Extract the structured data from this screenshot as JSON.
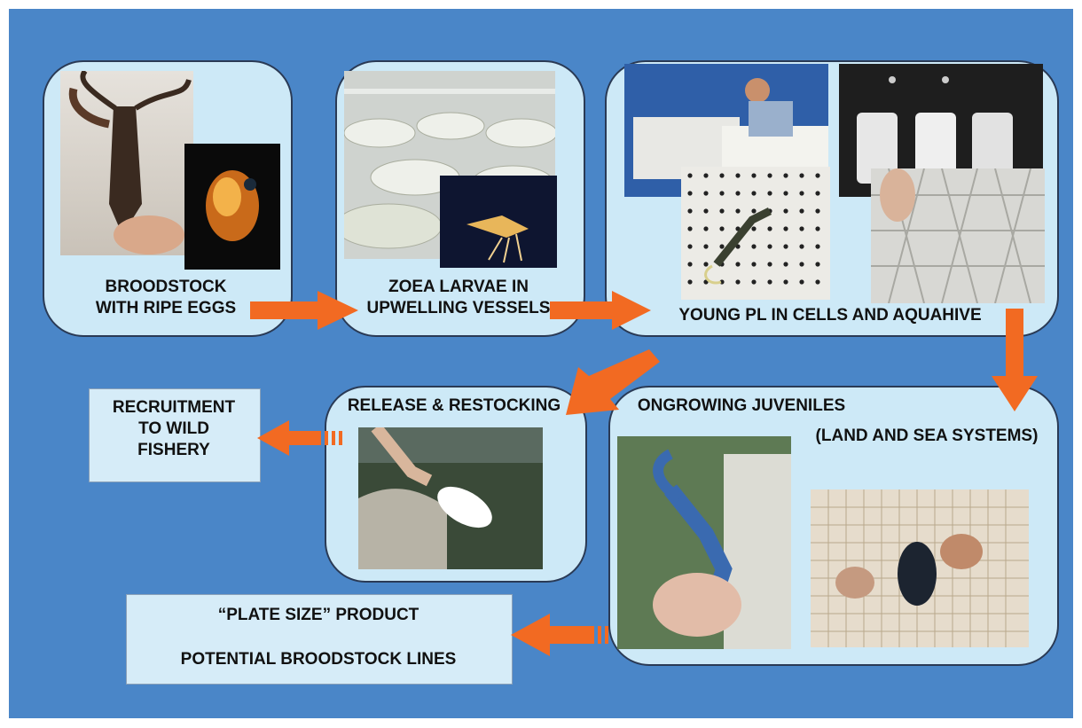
{
  "colors": {
    "background": "#4a86c8",
    "panel_fill": "#cde9f7",
    "box_fill": "#d6ecf8",
    "arrow": "#f26a22",
    "text": "#111111"
  },
  "stages": {
    "broodstock": {
      "line1": "BROODSTOCK",
      "line2": "WITH RIPE EGGS"
    },
    "zoea": {
      "line1": "ZOEA LARVAE IN",
      "line2": "UPWELLING VESSELS"
    },
    "young_pl": {
      "label": "YOUNG PL IN CELLS AND AQUAHIVE"
    },
    "release": {
      "label": "RELEASE & RESTOCKING"
    },
    "ongrowing": {
      "line1": "ONGROWING JUVENILES",
      "line2": "(LAND AND SEA SYSTEMS)"
    }
  },
  "outcomes": {
    "recruitment": {
      "line1": "RECRUITMENT",
      "line2": "TO WILD",
      "line3": "FISHERY"
    },
    "plate_size": {
      "line1": "“PLATE SIZE” PRODUCT",
      "line2": "POTENTIAL BROODSTOCK LINES"
    }
  },
  "photos": [
    "berried-lobster-photo",
    "lobster-egg-photo",
    "upwelling-tanks-photo",
    "zoea-larva-photo",
    "hatchery-worker-photo",
    "pl-cell-tray-photo",
    "aquahive-tanks-photo",
    "aquahive-cells-photo",
    "release-hand-photo",
    "juvenile-lobster-hand-photo",
    "juvenile-in-basket-photo"
  ]
}
